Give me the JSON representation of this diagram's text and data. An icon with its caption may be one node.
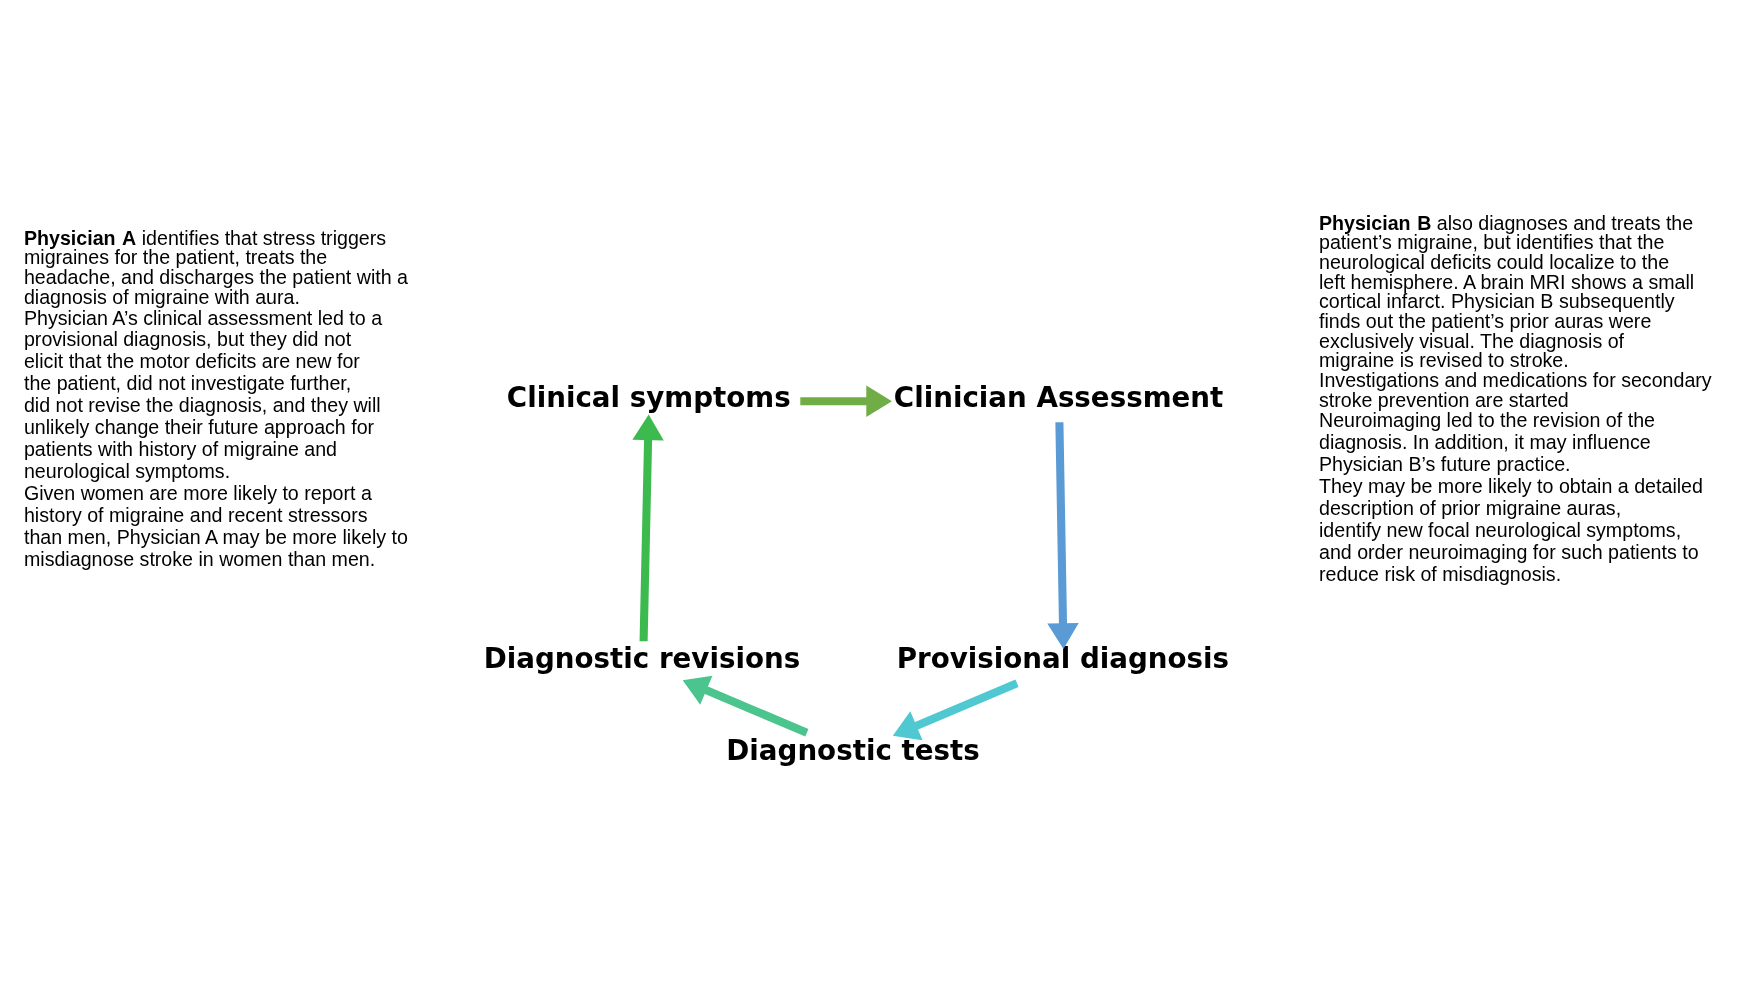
{
  "diagram": {
    "nodes": [
      {
        "text": [
          "Clinical symptoms"
        ]
      },
      {
        "text": [
          "Clinician Assessment"
        ]
      },
      {
        "text": [
          "Provisional diagnosis"
        ]
      },
      {
        "text": [
          "Diagnostic tests"
        ]
      },
      {
        "text": [
          "Diagnostic revisions"
        ]
      }
    ],
    "edges": [
      {
        "from": 0,
        "to": 1,
        "arrow": "to",
        "color": "#70ad47"
      },
      {
        "from": 1,
        "to": 2,
        "arrow": "to",
        "color": "#5b9bd5"
      },
      {
        "from": 2,
        "to": 3,
        "arrow": "to",
        "color": "#4fc8d2"
      },
      {
        "from": 3,
        "to": 4,
        "arrow": "to",
        "color": "#4cc48e"
      },
      {
        "from": 4,
        "to": 0,
        "arrow": "to",
        "color": "#3dba4e"
      }
    ],
    "labels": [
      "**Physician A** identifies that stress triggers migraines for the patient, treats the headache, and discharges the patient with a diagnosis of migraine with aura.",
      "Physician A’s clinical assessment led to a provisional diagnosis, but they did not elicit that the motor deficits are new for the patient, did not investigate further, did not revise the diagnosis, and they will unlikely change their future approach for patients with history of migraine and neurological symptoms.",
      "Given women are more likely to report a history of migraine and recent stressors than men, Physician A may be more likely to misdiagnose stroke in women than men.",
      "**Physician B** also diagnoses and treats the patient’s migraine, but identifies that the neurological deficits could localize to the left hemisphere. A brain MRI shows a small cortical infarct. Physician B subsequently finds out the patient’s prior auras were exclusively visual. The diagnosis of migraine is revised to stroke. Investigations and medications for secondary stroke prevention are started",
      "Neuroimaging led to the revision of the diagnosis. In addition, it may influence Physician B’s future practice.",
      "They may be more likely to obtain a detailed description of prior migraine auras, identify new focal neurological symptoms, and order neuroimaging for such patients to reduce risk of misdiagnosis."
    ]
  }
}
